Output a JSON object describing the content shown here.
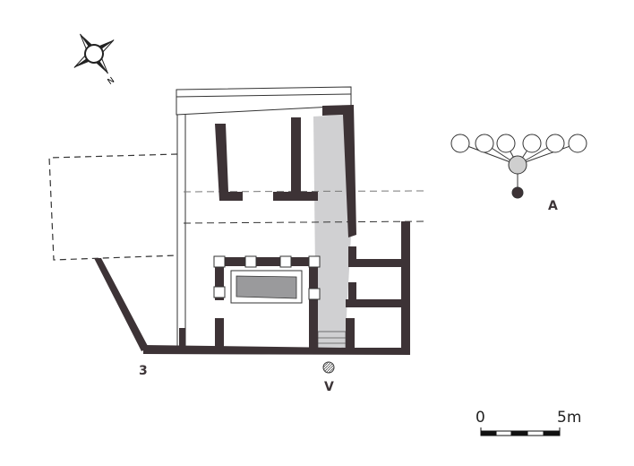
{
  "labels": {
    "room_number": "3",
    "well": "V",
    "diagram_key": "A"
  },
  "compass": {
    "north_label": "N"
  },
  "scale_bar": {
    "start_label": "0",
    "end_label": "5m"
  },
  "colors": {
    "wall": "#3d3336",
    "corridor": "#d0d0d2",
    "basin": "#9a9a9c",
    "node": "#cfcfcf"
  }
}
